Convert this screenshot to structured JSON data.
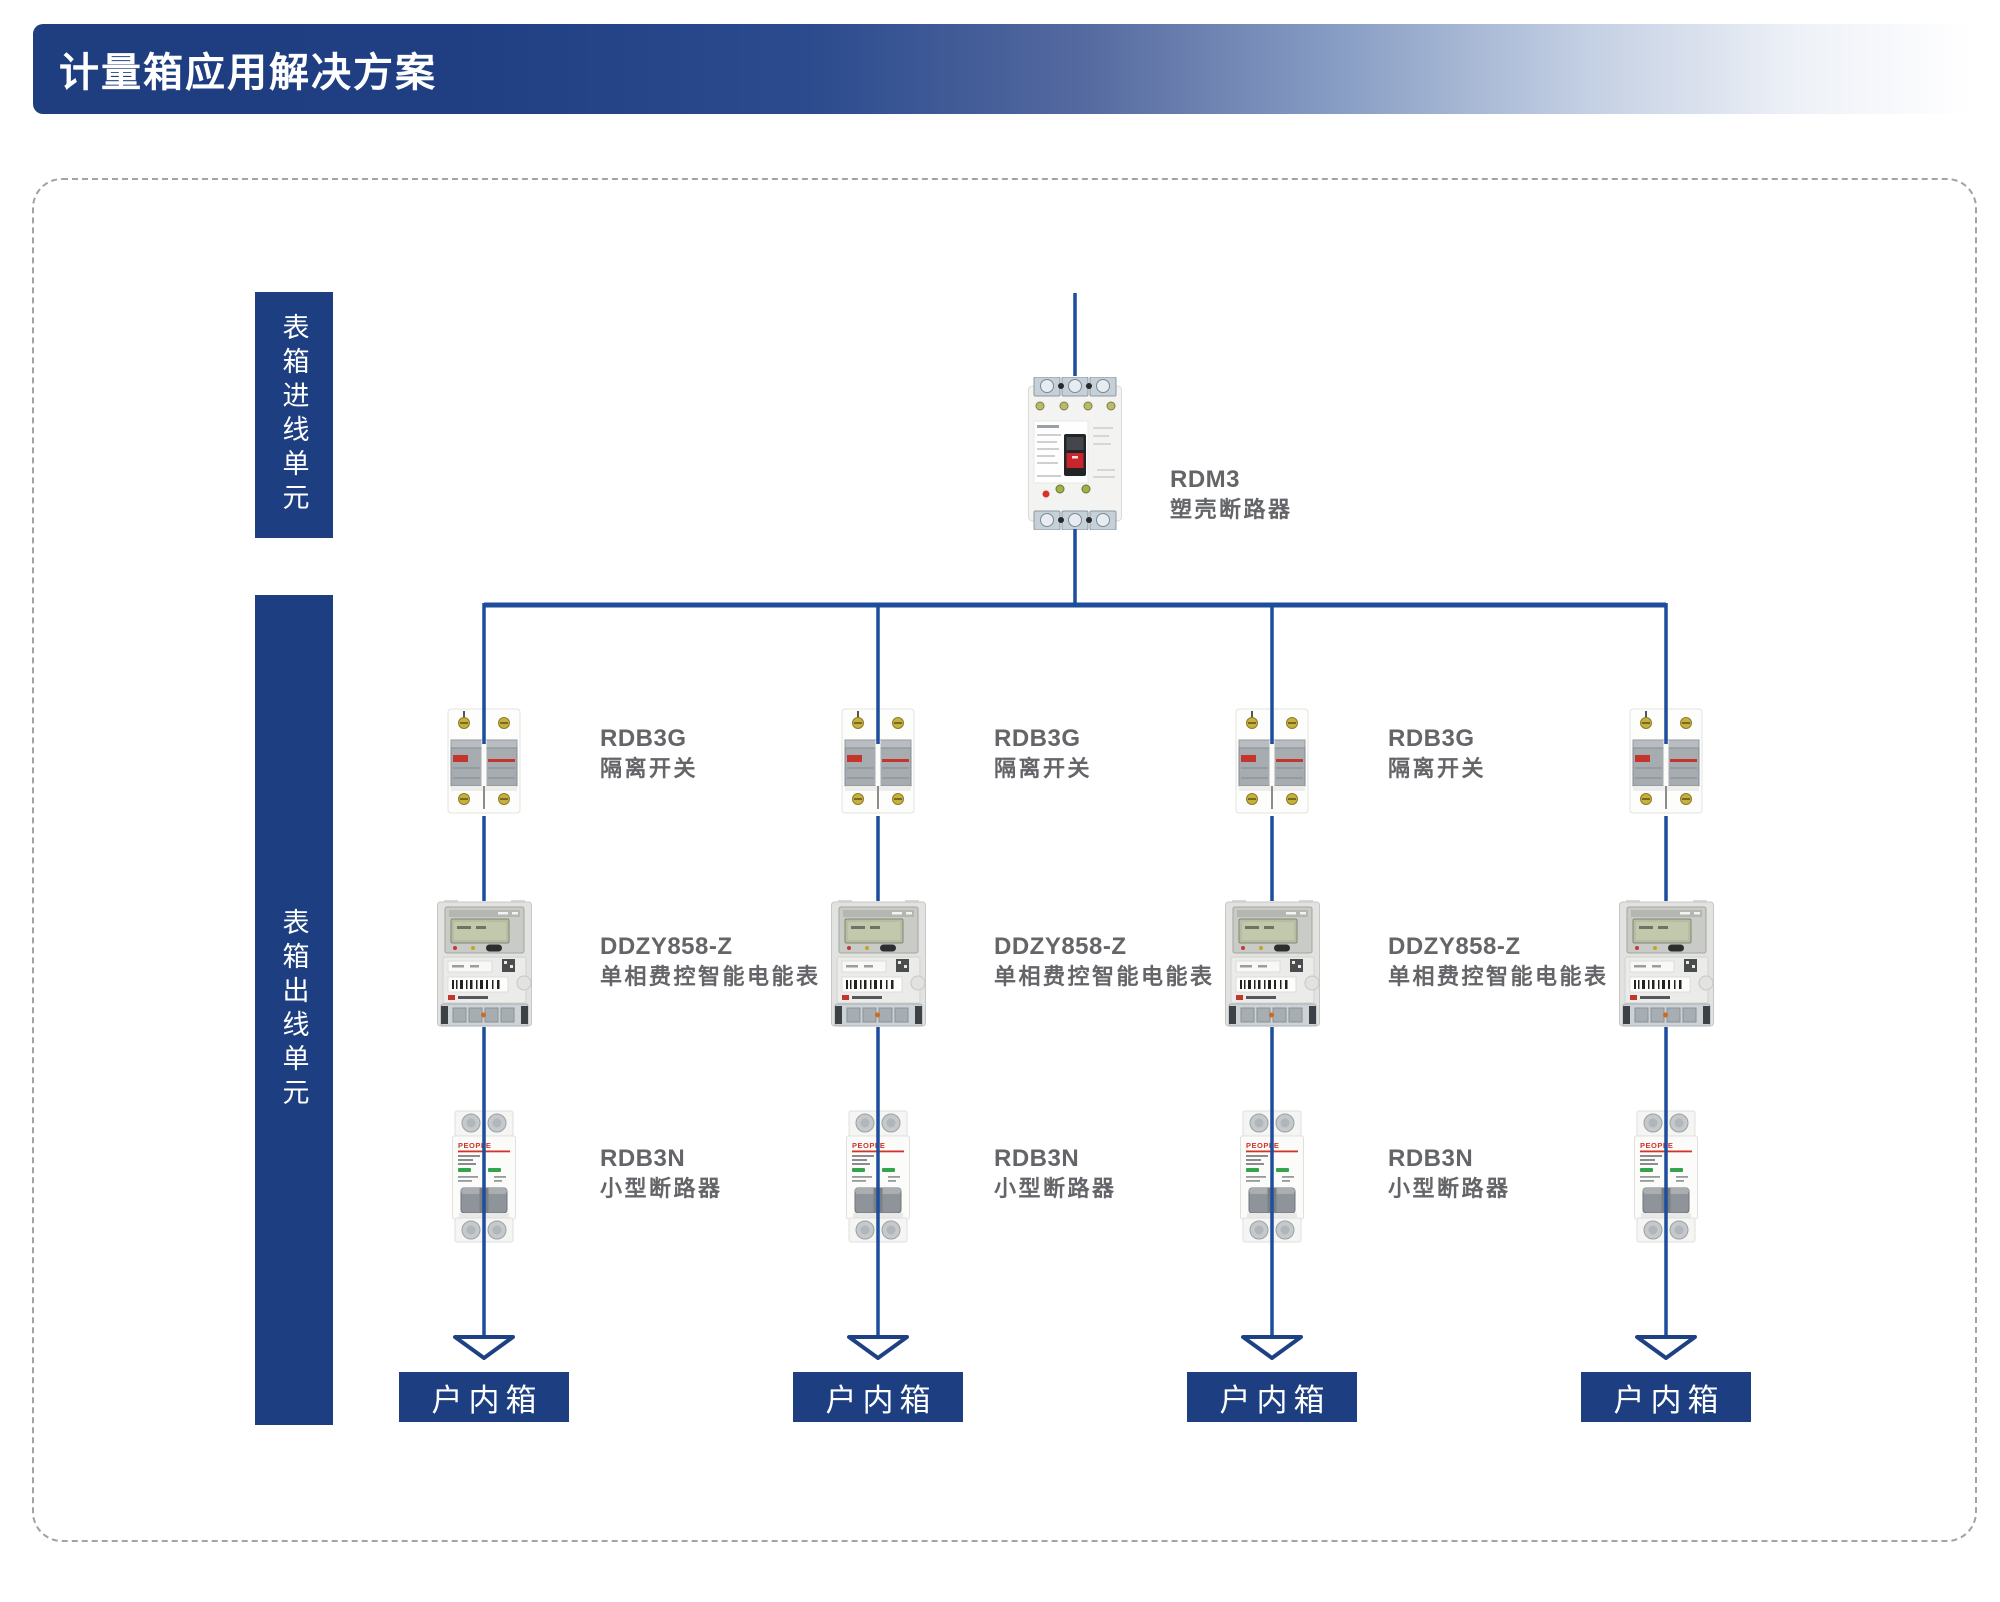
{
  "page": {
    "title": "计量箱应用解决方案"
  },
  "sections": {
    "incoming": "表箱进线单元",
    "outgoing": "表箱出线单元"
  },
  "main_breaker": {
    "model": "RDM3",
    "desc": "塑壳断路器"
  },
  "columns": [
    {
      "isolator_model": "RDB3G",
      "isolator_desc": "隔离开关",
      "meter_model": "DDZY858-Z",
      "meter_desc": "单相费控智能电能表",
      "mcb_model": "RDB3N",
      "mcb_desc": "小型断路器",
      "outlet": "户内箱"
    },
    {
      "isolator_model": "RDB3G",
      "isolator_desc": "隔离开关",
      "meter_model": "DDZY858-Z",
      "meter_desc": "单相费控智能电能表",
      "mcb_model": "RDB3N",
      "mcb_desc": "小型断路器",
      "outlet": "户内箱"
    },
    {
      "isolator_model": "RDB3G",
      "isolator_desc": "隔离开关",
      "meter_model": "DDZY858-Z",
      "meter_desc": "单相费控智能电能表",
      "mcb_model": "RDB3N",
      "mcb_desc": "小型断路器",
      "outlet": "户内箱"
    },
    {
      "outlet": "户内箱"
    }
  ],
  "colors": {
    "navy": "#1d3f81",
    "wire_blue": "#1d4d9c",
    "banner_start": "#1e3e80",
    "label_gray": "#646568",
    "border_gray": "#a3a3a3"
  }
}
